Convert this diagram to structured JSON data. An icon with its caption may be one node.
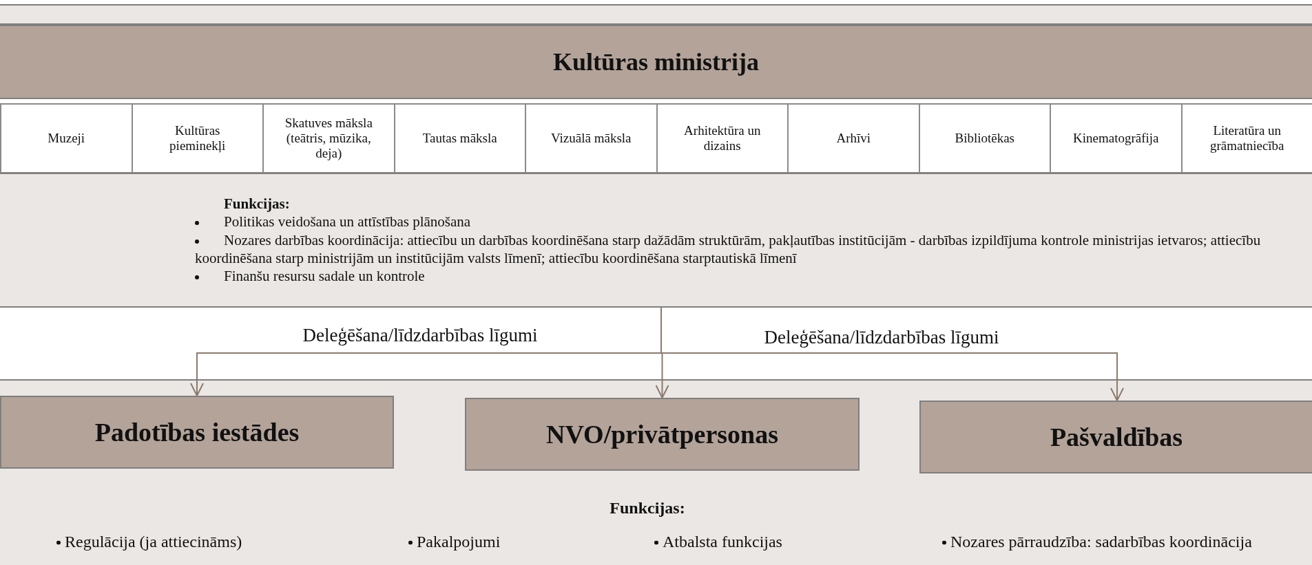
{
  "diagram": {
    "nodes": [
      {
        "text": [
          "Kultūras ministrija"
        ]
      },
      {
        "text": [
          "Muzeji"
        ]
      },
      {
        "text": [
          "Kultūras pieminekļi"
        ]
      },
      {
        "text": [
          "Skatuves māksla (teātris, mūzika, deja)"
        ]
      },
      {
        "text": [
          "Tautas māksla"
        ]
      },
      {
        "text": [
          "Vizuālā māksla"
        ]
      },
      {
        "text": [
          "Arhitektūra un dizains"
        ]
      },
      {
        "text": [
          "Arhīvi"
        ]
      },
      {
        "text": [
          "Bibliotēkas"
        ]
      },
      {
        "text": [
          "Kinematogrāfija"
        ]
      },
      {
        "text": [
          "Literatūra un grāmatniecība"
        ]
      },
      {
        "text": [
          "Funkcijas:",
          "Politikas veidošana un attīstības plānošana",
          "Nozares darbības koordinācija: attiecību un darbības koordinēšana starp dažādām struktūrām, pakļautības institūcijām - darbības izpildījuma kontrole ministrijas ietvaros; attiecību koordinēšana starp ministrijām un institūcijām valsts līmenī; attiecību koordinēšana starptautiskā līmenī",
          "Finanšu resursu sadale un kontrole"
        ]
      },
      {
        "text": [
          "Padotības iestādes"
        ]
      },
      {
        "text": [
          "NVO/privātpersonas"
        ]
      },
      {
        "text": [
          "Pašvaldības"
        ]
      }
    ],
    "edges": [
      {
        "from": 11,
        "to": 12,
        "arrow": "to",
        "label": "Deleģēšana/līdzdarbības līgumi"
      },
      {
        "from": 11,
        "to": 13,
        "arrow": "to"
      },
      {
        "from": 11,
        "to": 14,
        "arrow": "to",
        "label": "Deleģēšana/līdzdarbības līgumi"
      }
    ],
    "labels": [
      "Funkcijas:",
      "Regulācija (ja attiecināms)",
      "Pakalpojumi",
      "Atbalsta funkcijas",
      "Nozares pārraudzība: sadarbības koordinācija"
    ]
  }
}
